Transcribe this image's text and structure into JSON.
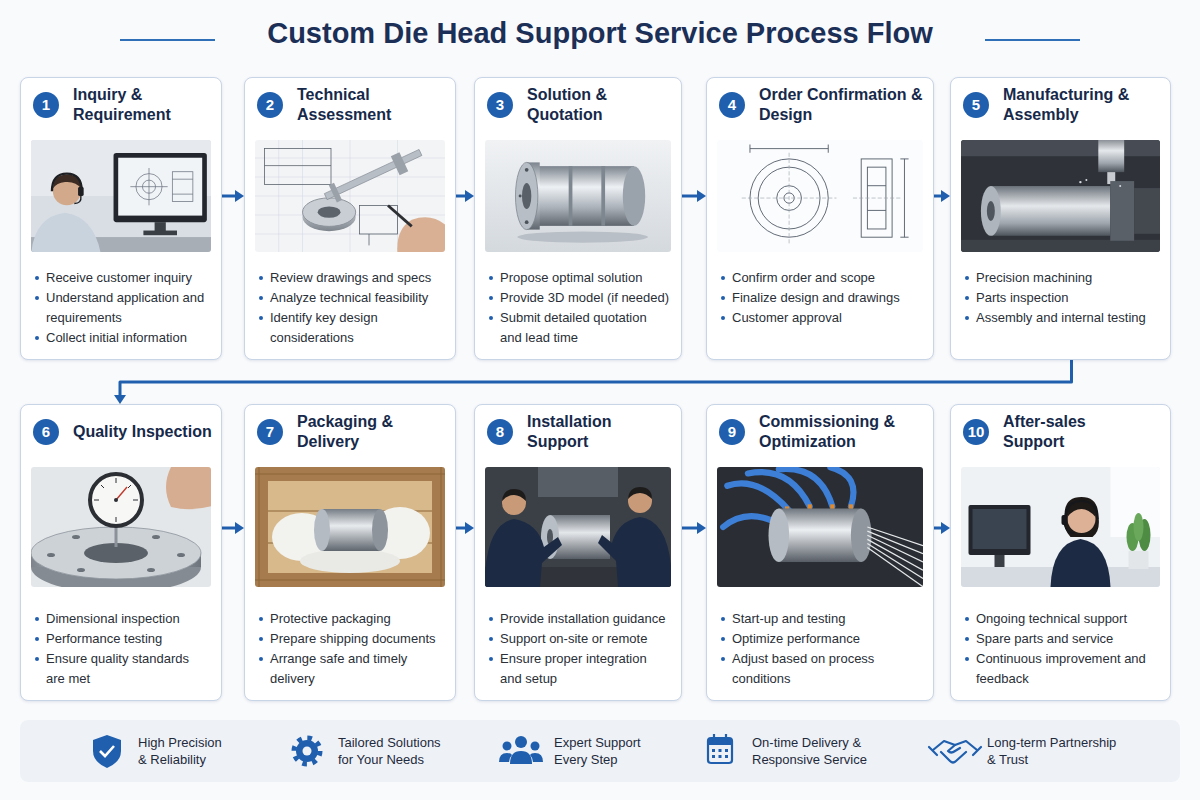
{
  "diagram": {
    "title": "Custom Die Head Support Service Process Flow",
    "nodes": [
      {
        "text": [
          "Inquiry & Requirement",
          "Receive customer inquiry",
          "Understand application and requirements",
          "Collect initial information"
        ]
      },
      {
        "text": [
          "1"
        ],
        "in": 0
      },
      {
        "text": [
          "Technical Assessment",
          "Review drawings and specs",
          "Analyze technical feasibility",
          "Identify key design considerations"
        ]
      },
      {
        "text": [
          "2"
        ],
        "in": 2
      },
      {
        "text": [
          "Solution & Quotation",
          "Propose optimal solution",
          "Provide 3D model (if needed)",
          "Submit detailed quotation and lead time"
        ]
      },
      {
        "text": [
          "3"
        ],
        "in": 4
      },
      {
        "text": [
          "Order Confirmation & Design",
          "Confirm order and scope",
          "Finalize design and drawings",
          "Customer approval"
        ]
      },
      {
        "text": [
          "4"
        ],
        "in": 6
      },
      {
        "text": [
          "Manufacturing & Assembly",
          "Precision machining",
          "Parts inspection",
          "Assembly and internal testing"
        ]
      },
      {
        "text": [
          "5"
        ],
        "in": 8
      },
      {
        "text": [
          "Quality Inspection",
          "Dimensional inspection",
          "Performance testing",
          "Ensure quality standards are met"
        ]
      },
      {
        "text": [
          "6"
        ],
        "in": 10
      },
      {
        "text": [
          "Packaging & Delivery",
          "Protective packaging",
          "Prepare shipping documents",
          "Arrange safe and timely delivery"
        ]
      },
      {
        "text": [
          "7"
        ],
        "in": 12
      },
      {
        "text": [
          "Installation Support",
          "Provide installation guidance",
          "Support on-site or remote",
          "Ensure proper integration and setup"
        ]
      },
      {
        "text": [
          "8"
        ],
        "in": 14
      },
      {
        "text": [
          "Commissioning & Optimization",
          "Start-up and testing",
          "Optimize performance",
          "Adjust based on process conditions"
        ]
      },
      {
        "text": [
          "9"
        ],
        "in": 16
      },
      {
        "text": [
          "After-sales Support",
          "Ongoing technical support",
          "Spare parts and service",
          "Continuous improvement and feedback"
        ]
      },
      {
        "text": [
          "10"
        ],
        "in": 18
      },
      {
        "text": [
          "High Precision & Reliability",
          "Tailored Solutions for Your Needs",
          "Expert Support Every Step",
          "On-time Delivery & Responsive Service",
          "Long-term Partnership & Trust"
        ]
      }
    ],
    "edges": [
      {
        "from": 0,
        "to": 2,
        "arrow": "to"
      },
      {
        "from": 2,
        "to": 4,
        "arrow": "to"
      },
      {
        "from": 4,
        "to": 6,
        "arrow": "to"
      },
      {
        "from": 6,
        "to": 8,
        "arrow": "to"
      },
      {
        "from": 8,
        "to": 10,
        "arrow": "to"
      },
      {
        "from": 10,
        "to": 12,
        "arrow": "to"
      },
      {
        "from": 12,
        "to": 14,
        "arrow": "to"
      },
      {
        "from": 14,
        "to": 16,
        "arrow": "to"
      },
      {
        "from": 16,
        "to": 18,
        "arrow": "to"
      }
    ]
  }
}
